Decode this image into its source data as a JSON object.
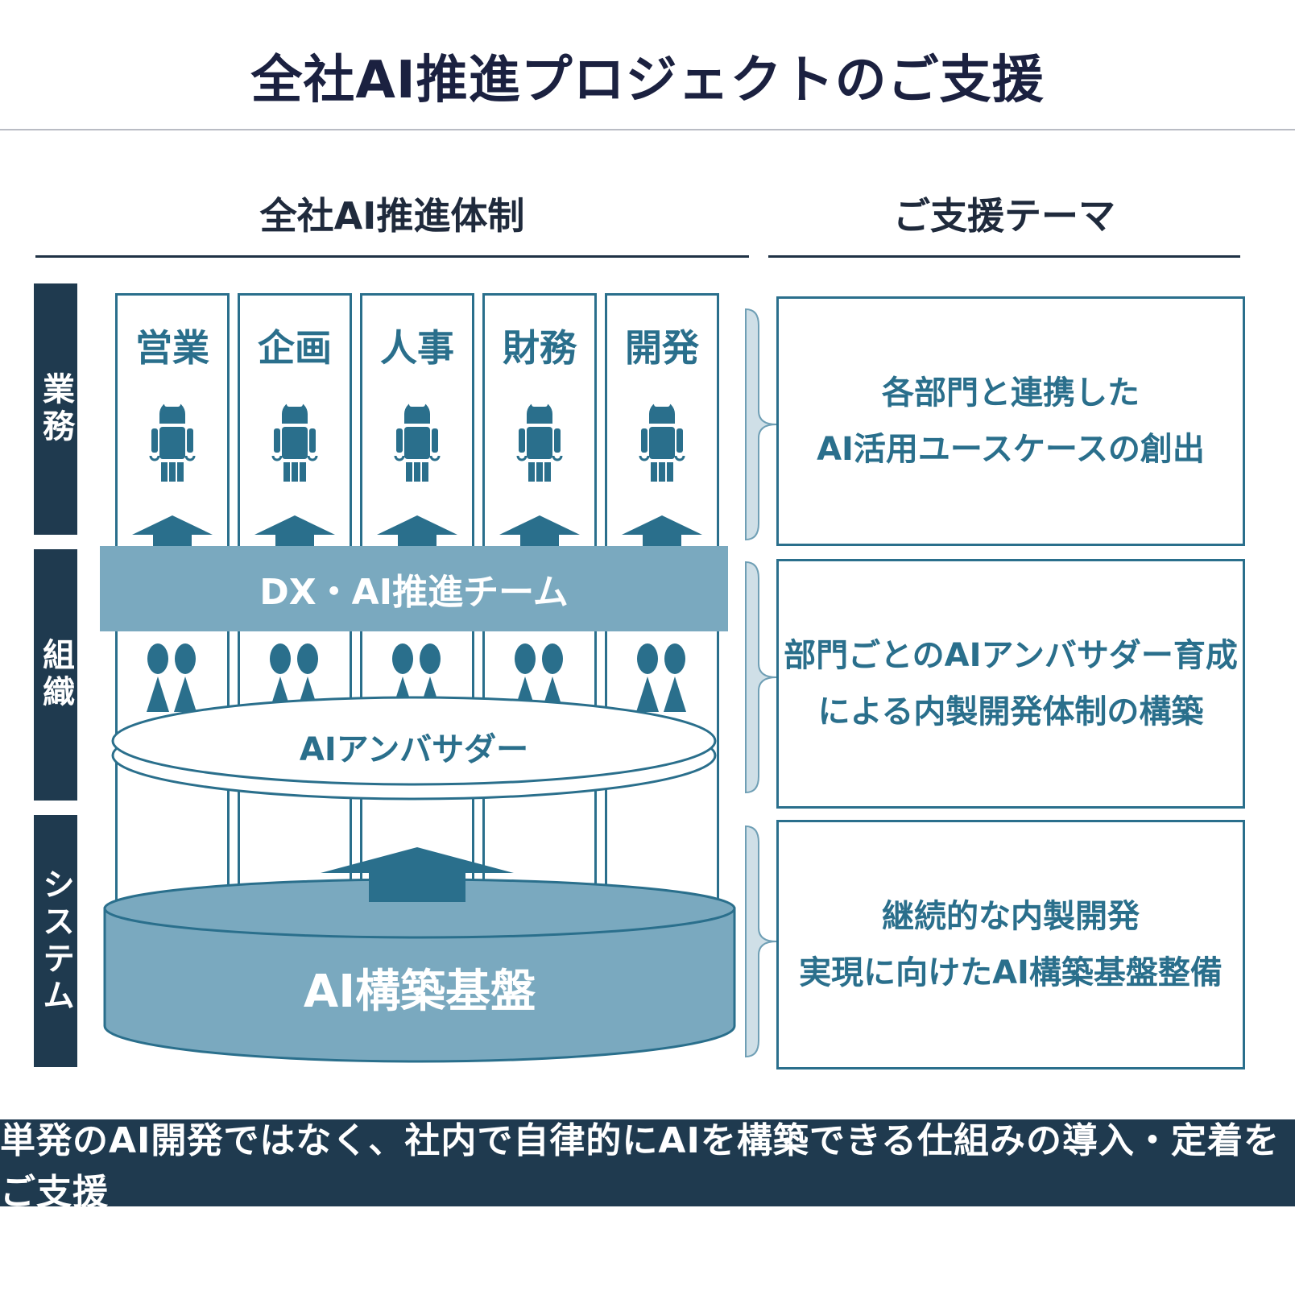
{
  "title": "全社AI推進プロジェクトのご支援",
  "left_heading": "全社AI推進体制",
  "right_heading": "ご支援テーマ",
  "layers": [
    {
      "label": "業務"
    },
    {
      "label": "組織"
    },
    {
      "label": "システム"
    }
  ],
  "departments": [
    "営業",
    "企画",
    "人事",
    "財務",
    "開発"
  ],
  "team_label": "DX・AI推進チーム",
  "ambassador_label": "AIアンバサダー",
  "platform_label": "AI構築基盤",
  "themes": [
    {
      "line1": "各部門と連携した",
      "line2": "AI活用ユースケースの創出"
    },
    {
      "line1": "部門ごとのAIアンバサダー育成",
      "line2": "による内製開発体制の構築"
    },
    {
      "line1": "継続的な内製開発",
      "line2": "実現に向けたAI構築基盤整備"
    }
  ],
  "footer": "単発のAI開発ではなく、社内で自律的にAIを構築できる仕組みの導入・定着をご支援",
  "colors": {
    "navy": "#1f3a4f",
    "teal": "#2a6f8c",
    "light_teal": "#7aa9bf",
    "title_text": "#1b2140"
  },
  "icons": {
    "robot": "robot-icon",
    "person": "person-icon",
    "arrow": "up-arrow-icon"
  }
}
